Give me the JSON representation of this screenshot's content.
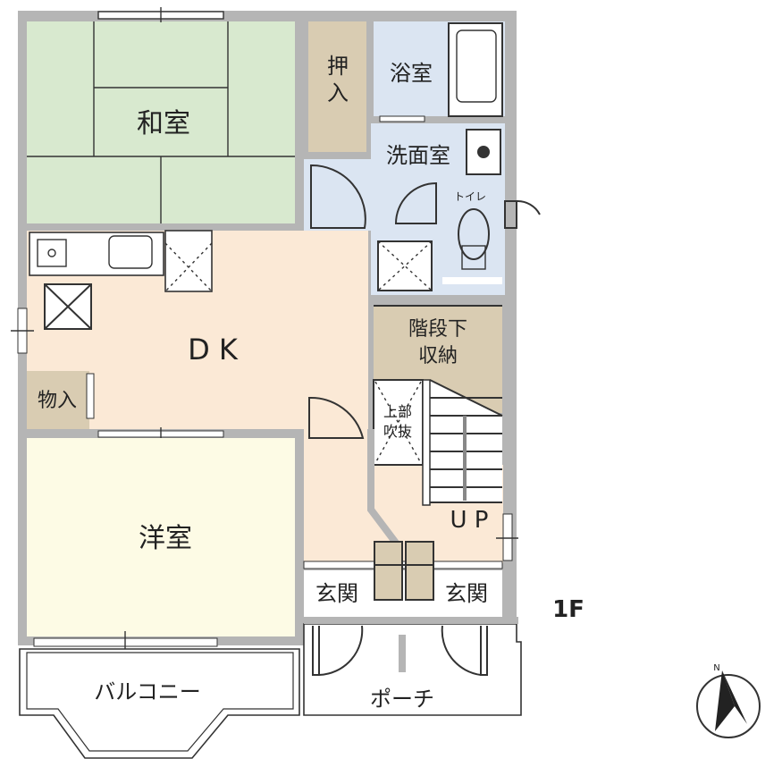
{
  "floor_label": "1F",
  "compass_label": "N",
  "rooms": {
    "washitsu": "和室",
    "oshiire": [
      "押",
      "入"
    ],
    "bath": "浴室",
    "washroom": "洗面室",
    "toilet": "トイレ",
    "dk": "D K",
    "stair_storage": [
      "階段下",
      "収納"
    ],
    "void": [
      "上部",
      "吹抜"
    ],
    "storage": "物入",
    "yoshitsu": "洋室",
    "up": "U P",
    "genkan_left": "玄関",
    "genkan_right": "玄関",
    "balcony": "バルコニー",
    "porch": "ポーチ"
  },
  "colors": {
    "wall": "#b5b5b5",
    "tatami": "#d8e9cf",
    "storage": "#d9ccb2",
    "wet": "#dbe5f2",
    "dk": "#fbe9d6",
    "western": "#fdfbe5"
  }
}
